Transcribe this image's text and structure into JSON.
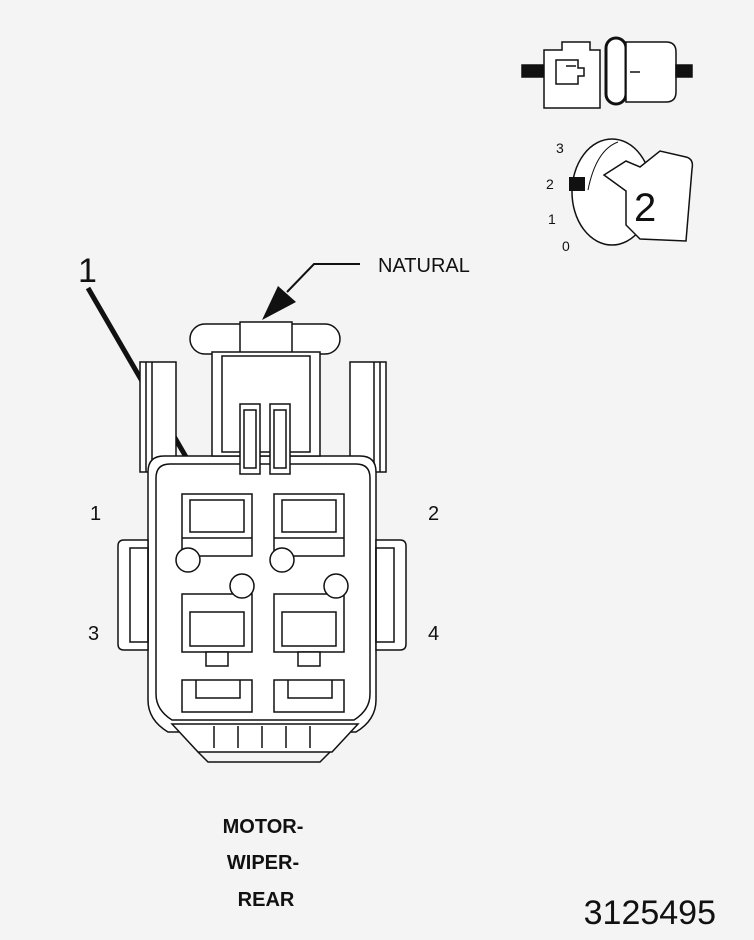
{
  "callout_number": "1",
  "color_label": "NATURAL",
  "pin_labels": {
    "pin1": "1",
    "pin2": "2",
    "pin3": "3",
    "pin4": "4"
  },
  "component_name": {
    "line1": "MOTOR-",
    "line2": "WIPER-",
    "line3": "REAR"
  },
  "figure_id": "3125495",
  "key_position": {
    "scale": [
      "3",
      "2",
      "1",
      "0"
    ],
    "selected": "2",
    "key_number": "2"
  },
  "colors": {
    "line": "#111111",
    "background": "#f4f4f4",
    "fill": "#ffffff"
  }
}
